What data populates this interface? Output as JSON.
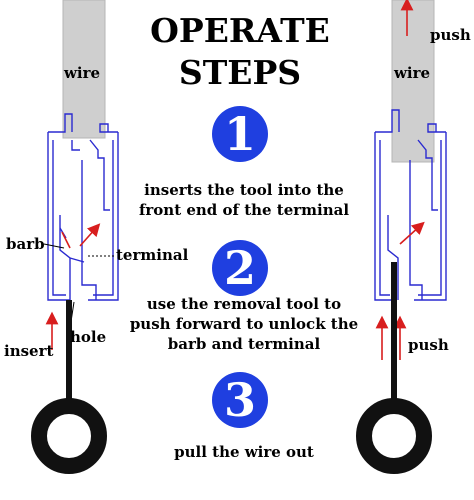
{
  "title": {
    "line1": "OPERATE",
    "line2": "STEPS"
  },
  "steps": [
    {
      "number": "1",
      "text": "inserts the tool into the front end of the terminal"
    },
    {
      "number": "2",
      "text": "use the removal tool to push forward to unlock the barb and terminal"
    },
    {
      "number": "3",
      "text": "pull the wire out"
    }
  ],
  "left_figure": {
    "wire": "wire",
    "barb": "barb",
    "terminal": "terminal",
    "hole": "hole",
    "insert": "insert"
  },
  "right_figure": {
    "wire": "wire",
    "push_top": "push",
    "push_bottom": "push"
  },
  "colors": {
    "accent_blue": "#1f3fe0",
    "arrow_red": "#d81e1e",
    "housing_blue": "#2a2ad0",
    "wire_gray": "#cfcfcf"
  }
}
